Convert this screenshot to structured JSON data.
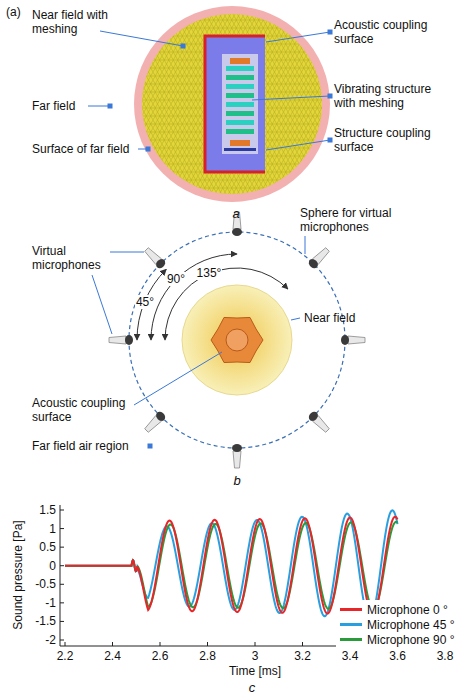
{
  "diagram": {
    "labels": [
      "(a)",
      "Near field with meshing",
      "Acoustic coupling surface",
      "Far field",
      "Vibrating structure with meshing",
      "Surface of far field",
      "Structure coupling surface",
      "a",
      "Sphere for virtual microphones",
      "Virtual microphones",
      "45°",
      "90°",
      "135°",
      "Near field",
      "Acoustic coupling surface",
      "Far field air region",
      "b",
      "1.5",
      "1",
      "0.5",
      "0",
      "-0.5",
      "-1",
      "-1.5",
      "-2",
      "Sound pressure [Pa]",
      "2.2",
      "2.4",
      "2.6",
      "2.8",
      "3",
      "3.2",
      "3.4",
      "3.6",
      "3.8",
      "Time [ms]",
      "c"
    ],
    "legend": [
      {
        "text": "Microphone 0 °",
        "color": "#e8262a"
      },
      {
        "text": "Microphone 45 °",
        "color": "#2a9fe0"
      },
      {
        "text": "Microphone 90 °",
        "color": "#2a9a3a"
      }
    ]
  }
}
